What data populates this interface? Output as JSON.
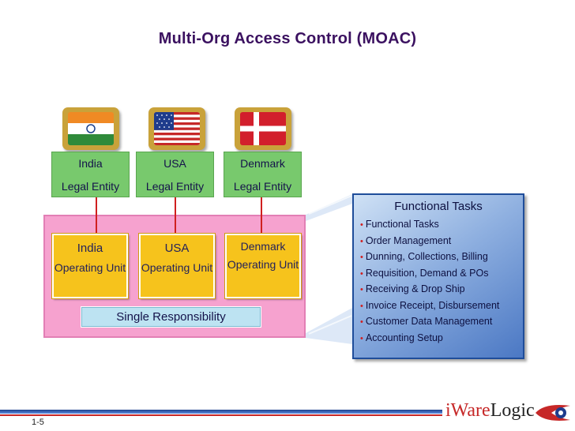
{
  "title": "Multi-Org Access Control (MOAC)",
  "legal_entities": [
    {
      "name": "India",
      "label": "Legal Entity"
    },
    {
      "name": "USA",
      "label": "Legal Entity"
    },
    {
      "name": "Denmark",
      "label": "Legal Entity"
    }
  ],
  "operating_units": [
    {
      "name": "India",
      "label": "Operating Unit"
    },
    {
      "name": "USA",
      "label": "Operating Unit"
    },
    {
      "name": "Denmark",
      "label": "Operating Unit"
    }
  ],
  "single_responsibility": "Single Responsibility",
  "functional_tasks": {
    "title": "Functional Tasks",
    "items": [
      "Functional Tasks",
      "Order Management",
      "Dunning, Collections, Billing",
      "Requisition, Demand & POs",
      "Receiving & Drop Ship",
      "Invoice Receipt, Disbursement",
      "Customer Data Management",
      "Accounting Setup"
    ]
  },
  "footer": {
    "page": "1-5",
    "logo_w": "iWare",
    "logo_rest": "Logic"
  },
  "colors": {
    "title": "#3b1160",
    "legal_box": "#78c96d",
    "operating_unit": "#f6c31c",
    "pink_region": "#f6a2cf",
    "single_box": "#bde3f2",
    "tasks_panel": "#4b78c4",
    "connector": "#d02020"
  },
  "icons": [
    "india-flag-icon",
    "usa-flag-icon",
    "denmark-flag-icon",
    "iwarelogic-logo-icon"
  ]
}
